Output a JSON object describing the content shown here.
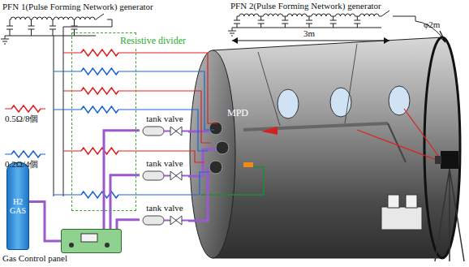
{
  "diagram": {
    "nodes": [
      {
        "text": [
          "Resistive divider"
        ]
      },
      {
        "text": [
          "tank valve"
        ]
      },
      {
        "text": [
          "tank valve"
        ]
      },
      {
        "text": [
          "tank valve"
        ]
      },
      {
        "text": [
          "Gas Control panel"
        ]
      },
      {
        "text": [
          "H2 GAS"
        ]
      }
    ],
    "edges": [
      {
        "from": 5,
        "to": 4,
        "arrow": "none"
      },
      {
        "from": 4,
        "to": 1,
        "arrow": "none"
      },
      {
        "from": 4,
        "to": 2,
        "arrow": "none"
      },
      {
        "from": 4,
        "to": 3,
        "arrow": "none"
      }
    ],
    "labels": [
      "PFN 1(Pulse Forming Network) generator",
      "PFN 2(Pulse Forming Network) generator",
      "MPD",
      "3m",
      "φ2m"
    ],
    "legend": [
      {
        "text": "0.5Ω/8個"
      },
      {
        "text": "0.2Ω/4個"
      }
    ]
  }
}
